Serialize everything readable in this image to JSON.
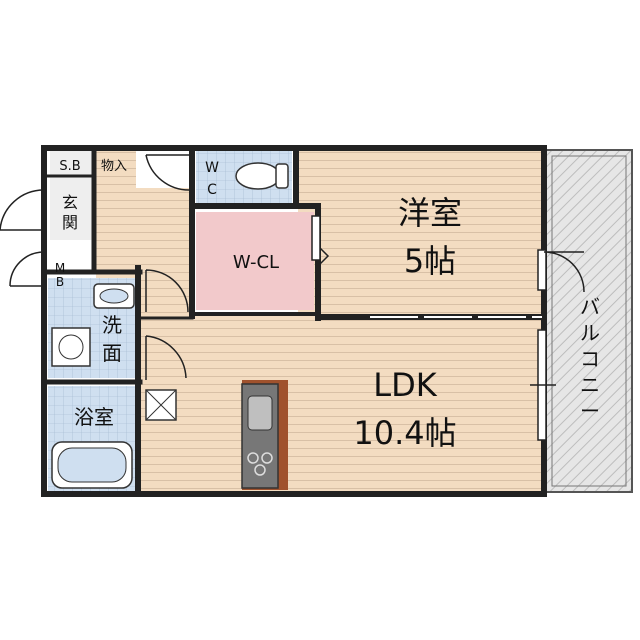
{
  "rooms": {
    "western_room": {
      "name": "洋室",
      "size": "5帖"
    },
    "ldk": {
      "name": "LDK",
      "size": "10.4帖"
    },
    "walk_in_closet": "W-CL",
    "toilet_top": "W",
    "toilet_bottom": "C",
    "shoe_box": "S.B",
    "storage": "物入",
    "entrance_1": "玄",
    "entrance_2": "関",
    "meter_box_1": "M",
    "meter_box_2": "B",
    "washroom_1": "洗",
    "washroom_2": "面",
    "bathroom": "浴室",
    "balcony": [
      "バ",
      "ル",
      "コ",
      "ニ",
      "ー"
    ]
  },
  "colors": {
    "wall": "#222222",
    "floor": "#f3dcc1",
    "floor_stripe": "#d8c0a6",
    "tile": "#cfdff0",
    "tile_grid": "#9fb5cc",
    "closet": "#f2c9cb",
    "balcony": "#d9d9d9",
    "kitchen": "#777777",
    "kitchen_accent": "#a0522d"
  }
}
